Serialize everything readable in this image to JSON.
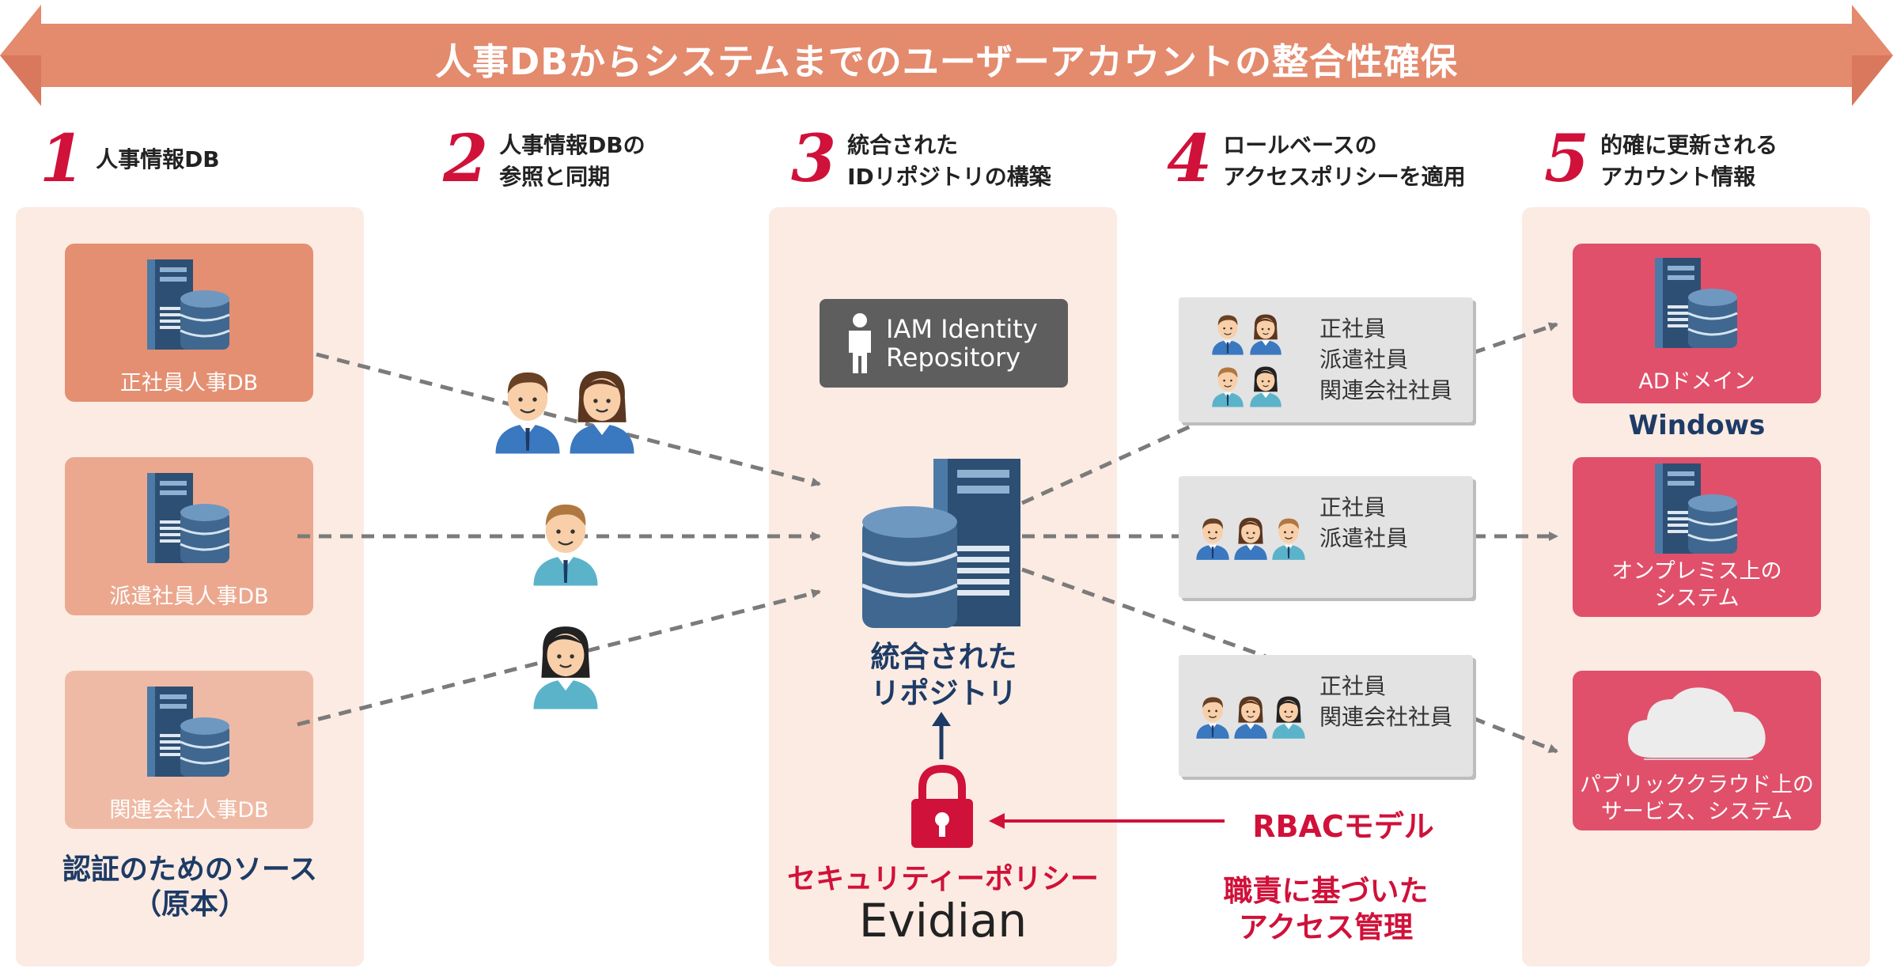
{
  "banner": {
    "title": "人事DBからシステムまでのユーザーアカウントの整合性確保"
  },
  "steps": [
    {
      "num": "1",
      "label": "人事情報DB"
    },
    {
      "num": "2",
      "label": "人事情報DBの\n参照と同期"
    },
    {
      "num": "3",
      "label": "統合された\nIDリポジトリの構築"
    },
    {
      "num": "4",
      "label": "ロールベースの\nアクセスポリシーを適用"
    },
    {
      "num": "5",
      "label": "的確に更新される\nアカウント情報"
    }
  ],
  "sources": [
    {
      "label": "正社員人事DB",
      "color": "#e48f72"
    },
    {
      "label": "派遣社員人事DB",
      "color": "#eba88f"
    },
    {
      "label": "関連会社人事DB",
      "color": "#efbaa5"
    }
  ],
  "source_caption": "認証のためのソース\n（原本）",
  "iam": {
    "label": "IAM Identity\nRepository"
  },
  "repository_caption": "統合された\nリポジトリ",
  "security_caption": "セキュリティーポリシー",
  "brand": "Evidian",
  "rbac_label": "RBACモデル",
  "rbac_caption": "職責に基づいた\nアクセス管理",
  "groups": [
    {
      "label": "正社員\n派遣社員\n関連会社社員"
    },
    {
      "label": "正社員\n派遣社員"
    },
    {
      "label": "正社員\n関連会社社員"
    }
  ],
  "targets": [
    {
      "label": "ADドメイン",
      "sub": "Windows"
    },
    {
      "label": "オンプレミス上の\nシステム"
    },
    {
      "label": "パブリッククラウド上の\nサービス、システム"
    }
  ],
  "colors": {
    "accent_red": "#d0113a",
    "navy": "#1d3b66",
    "target_red": "#e0506a",
    "panel": "#fcebe2",
    "banner": "#e48a6d"
  }
}
